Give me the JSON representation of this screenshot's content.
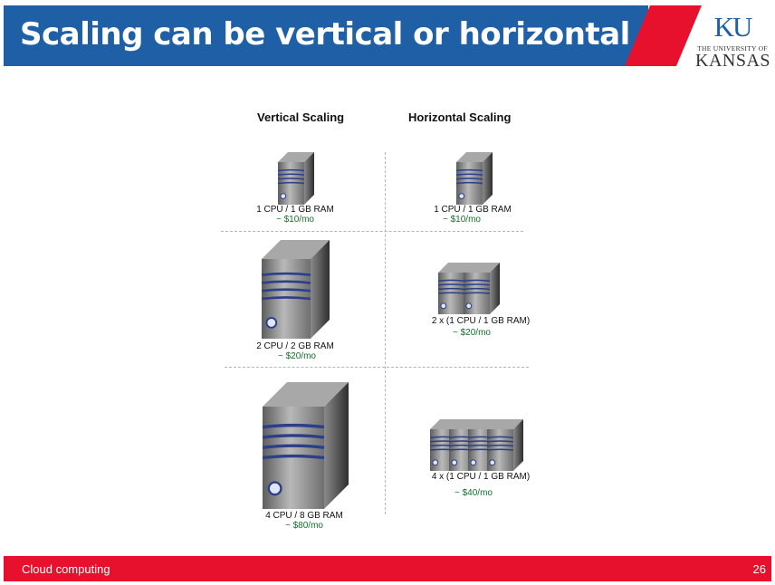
{
  "slide": {
    "title": "Scaling can be vertical or horizontal",
    "logo": {
      "mark": "KU",
      "line1": "THE UNIVERSITY OF",
      "line2": "KANSAS"
    },
    "footer": "Cloud computing",
    "page_number": "26"
  },
  "diagram": {
    "columns": {
      "vertical": "Vertical Scaling",
      "horizontal": "Horizontal Scaling"
    },
    "rows": [
      {
        "vertical": {
          "spec": "1 CPU / 1 GB RAM",
          "price": "~ $10/mo"
        },
        "horizontal": {
          "spec": "1 CPU / 1 GB RAM",
          "price": "~ $10/mo",
          "server_count": 1
        }
      },
      {
        "vertical": {
          "spec": "2 CPU / 2 GB RAM",
          "price": "~ $20/mo"
        },
        "horizontal": {
          "spec": "2 x (1 CPU / 1 GB RAM)",
          "price": "~ $20/mo",
          "server_count": 2
        }
      },
      {
        "vertical": {
          "spec": "4 CPU / 8 GB RAM",
          "price": "~ $80/mo"
        },
        "horizontal": {
          "spec": "4 x (1 CPU / 1 GB RAM)",
          "price": "~ $40/mo",
          "server_count": 4
        }
      }
    ],
    "icon": "server-tower-icon",
    "colors": {
      "price": "#14702a",
      "title_band": "#1f5fa6",
      "accent_red": "#e8112d"
    }
  }
}
